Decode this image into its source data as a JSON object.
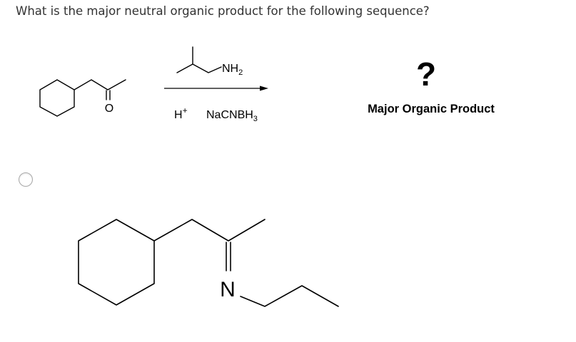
{
  "question": {
    "text": "What is the major neutral organic product for the following sequence?"
  },
  "reaction": {
    "reactant_oxygen_label": "O",
    "reagent_above": {
      "amine_label": "NH",
      "amine_subscript": "2"
    },
    "reagent_below": {
      "acid_label": "H",
      "acid_superscript": "+",
      "reductant_label": "NaCNBH",
      "reductant_subscript": "3"
    },
    "product_placeholder": "?",
    "product_caption": "Major Organic Product"
  },
  "answer_options": [
    {
      "selected": false,
      "structure": {
        "nitrogen_label": "N"
      }
    }
  ],
  "colors": {
    "question_text": "#333333",
    "radio_border": "#a8a8a8",
    "structure": "#000000"
  }
}
